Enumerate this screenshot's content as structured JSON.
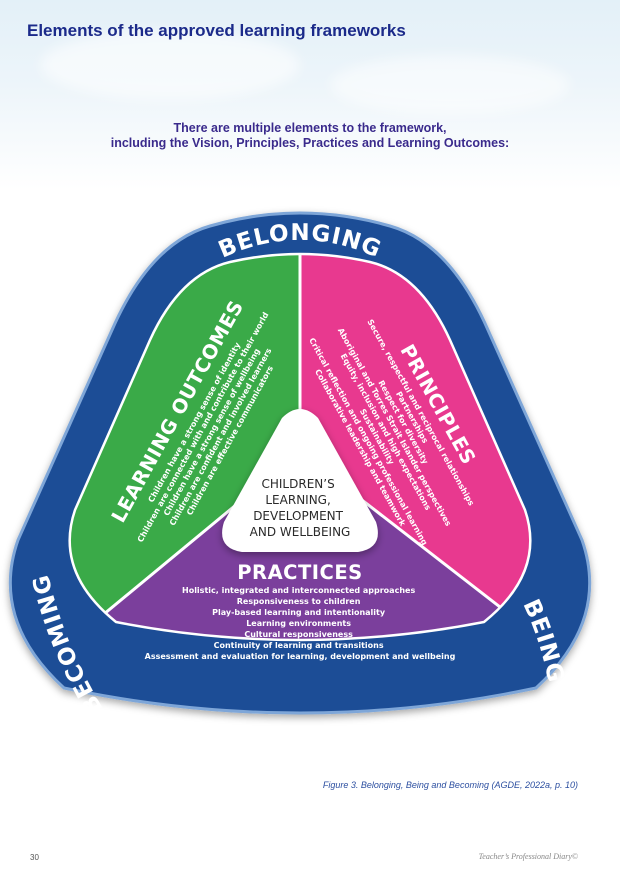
{
  "header": {
    "title": "Elements of the approved learning frameworks"
  },
  "intro": {
    "line1": "There are multiple elements to the framework,",
    "line2": "including the Vision, Principles, Practices and Learning Outcomes:"
  },
  "diagram": {
    "ring": {
      "belonging": "BELONGING",
      "being": "BEING",
      "becoming": "BECOMING"
    },
    "learning_outcomes": {
      "title": "LEARNING OUTCOMES",
      "items": [
        "Children have a strong sense of identity",
        "Children are connected with and contribute to their world",
        "Children have a strong sense of wellbeing",
        "Children are confident and involved learners",
        "Children are effective communicators"
      ]
    },
    "principles": {
      "title": "PRINCIPLES",
      "items": [
        "Secure, respectful and reciprocal relationships",
        "Partnerships",
        "Respect for diversity",
        "Aboriginal and Torres Strait Islander perspectives",
        "Equity, inclusion and high expectations",
        "Sustainability",
        "Critical reflection and ongoing professional learning",
        "Collaborative leadership and teamwork"
      ]
    },
    "practices": {
      "title": "PRACTICES",
      "items": [
        "Holistic, integrated and interconnected approaches",
        "Responsiveness to children",
        "Play-based learning and intentionality",
        "Learning environments",
        "Cultural responsiveness",
        "Continuity of learning and transitions",
        "Assessment and evaluation for learning, development and wellbeing"
      ]
    },
    "center": {
      "lines": [
        "CHILDREN’S",
        "LEARNING,",
        "DEVELOPMENT",
        "AND WELLBEING"
      ]
    },
    "colors": {
      "ring": "#1f4e96",
      "ring_border": "#7ea6d8",
      "learning_outcomes": "#3aaa48",
      "principles": "#e8398f",
      "practices": "#7b3f9c",
      "center": "#ffffff"
    }
  },
  "caption": "Figure 3. Belonging, Being and Becoming (AGDE, 2022a, p. 10)",
  "footer": {
    "page_number": "30",
    "publication": "Teacher’s Professional Diary©"
  }
}
